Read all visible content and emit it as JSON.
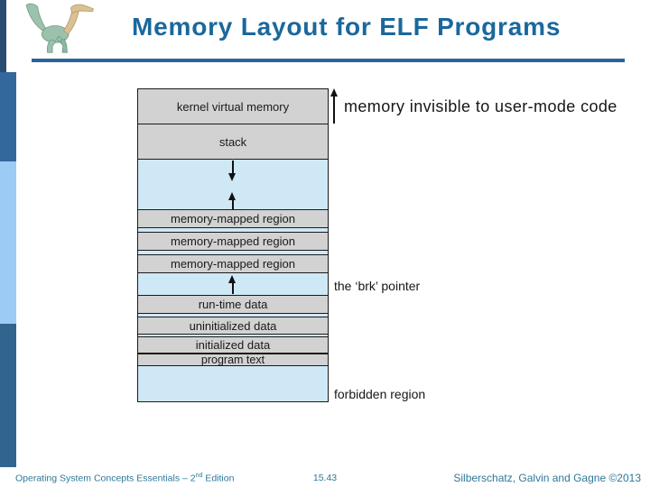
{
  "slide": {
    "title": "Memory Layout for ELF Programs"
  },
  "diagram": {
    "boxes": [
      {
        "label": "kernel virtual memory"
      },
      {
        "label": "stack"
      },
      {
        "label": "memory-mapped region"
      },
      {
        "label": "memory-mapped region"
      },
      {
        "label": "memory-mapped region"
      },
      {
        "label": "run-time data"
      },
      {
        "label": "uninitialized data"
      },
      {
        "label": "initialized data"
      },
      {
        "label": "program text"
      }
    ],
    "annotations": {
      "invisible": "memory invisible to user-mode code",
      "brk": "the ‘brk’ pointer",
      "forbidden": "forbidden region"
    }
  },
  "footer": {
    "left_prefix": "Operating System Concepts Essentials – 2",
    "left_sup": "nd",
    "left_suffix": " Edition",
    "page_number": "15.43",
    "right": "Silberschatz, Galvin and Gagne ©2013"
  },
  "colors": {
    "title": "#1A689C",
    "rule": "#2A6496",
    "footer": "#2E7899",
    "stripe-dark": "#2C4B70",
    "stripe-mid": "#33689C",
    "stripe-light": "#9CCBF5",
    "stripe-bottom": "#31648F",
    "box-gray": "#D2D2D2",
    "box-blue": "#CFE8F6",
    "ink": "#1A1A1A"
  }
}
